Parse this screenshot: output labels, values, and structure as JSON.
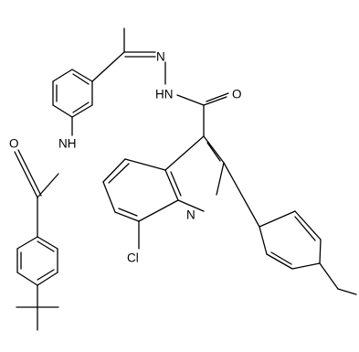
{
  "labels": {
    "o_amide1": "O",
    "nh_amide1": "NH",
    "n_imine": "N",
    "hn_hydrazide": "HN",
    "o_amide2": "O",
    "n_quinoline": "N",
    "cl": "Cl"
  },
  "colors": {
    "bond": "#000000",
    "text": "#000000",
    "background": "#ffffff"
  }
}
